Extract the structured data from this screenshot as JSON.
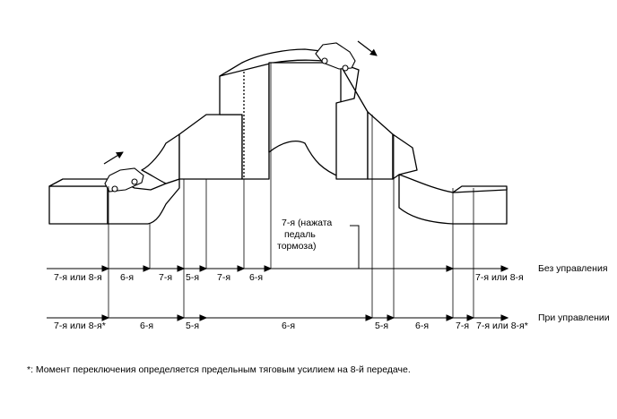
{
  "road": {
    "brake_label": [
      "7-я (нажата",
      "педаль",
      "тормоза)"
    ]
  },
  "rows": {
    "without_control": {
      "title": "Без управления",
      "segments": [
        "7-я или 8-я",
        "6-я",
        "7-я",
        "5-я",
        "7-я",
        "6-я",
        "7-я или 8-я"
      ]
    },
    "with_control": {
      "title": "При управлении",
      "segments": [
        "7-я или 8-я*",
        "6-я",
        "5-я",
        "6-я",
        "5-я",
        "6-я",
        "7-я",
        "7-я или 8-я*"
      ]
    }
  },
  "footnote": "*: Момент переключения определяется предельным тяговым усилием на 8-й передаче."
}
